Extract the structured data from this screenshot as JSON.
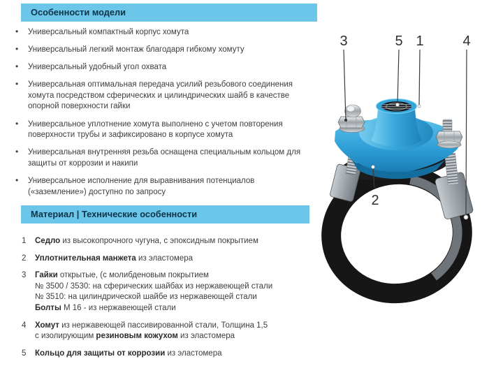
{
  "colors": {
    "header_bg": "#6cc6e9",
    "header_text": "#0d3448",
    "body_text": "#3d3d3d",
    "product_blue": "#2f9fd8",
    "strap_black": "#161616",
    "metal_gray": "#aab0b5"
  },
  "sections": {
    "features": {
      "title": "Особенности модели",
      "items": [
        [
          "Универсальный компактный корпус хомута"
        ],
        [
          "Универсальный легкий монтаж благодаря гибкому хомуту"
        ],
        [
          "Универсальный удобный угол охвата"
        ],
        [
          "Универсальная оптимальная передача усилий резьбового соединения",
          "хомута посредством сферических и цилиндрических шайб в качестве",
          "опорной поверхности гайки"
        ],
        [
          "Универсальное уплотнение хомута выполнено с учетом повторения",
          "поверхности трубы и зафиксировано в корпусе хомута"
        ],
        [
          "Универсальная внутренняя резьба оснащена специальным кольцом для",
          "защиты от коррозии и накипи"
        ],
        [
          "Универсальное исполнение для выравнивания потенциалов",
          "(«заземление») доступно по запросу"
        ]
      ]
    },
    "materials": {
      "title": "Материал | Технические особенности",
      "items": [
        {
          "number": "1",
          "lines": [
            [
              {
                "t": "Седло",
                "b": true
              },
              {
                "t": " из высокопрочного чугуна, с эпоксидным покрытием",
                "b": false
              }
            ]
          ]
        },
        {
          "number": "2",
          "lines": [
            [
              {
                "t": "Уплотнительная манжета",
                "b": true
              },
              {
                "t": " из эластомера",
                "b": false
              }
            ]
          ]
        },
        {
          "number": "3",
          "lines": [
            [
              {
                "t": "Гайки",
                "b": true
              },
              {
                "t": " открытые, (с молибденовым покрытием",
                "b": false
              }
            ],
            [
              {
                "t": "№ 3500 / 3530: на сферических шайбах из нержавеющей стали",
                "b": false
              }
            ],
            [
              {
                "t": "№ 3510: на цилиндрической шайбе из нержавеющей стали",
                "b": false
              }
            ],
            [
              {
                "t": "Болты",
                "b": true
              },
              {
                "t": " М 16 - из нержавеющей стали",
                "b": false
              }
            ]
          ]
        },
        {
          "number": "4",
          "lines": [
            [
              {
                "t": "Хомут",
                "b": true
              },
              {
                "t": " из нержавеющей пассивированной стали, Толщина 1,5",
                "b": false
              }
            ],
            [
              {
                "t": "с изолирующим ",
                "b": false
              },
              {
                "t": "резиновым кожухом",
                "b": true
              },
              {
                "t": " из эластомера",
                "b": false
              }
            ]
          ]
        },
        {
          "number": "5",
          "lines": [
            [
              {
                "t": "Кольцо для защиты от коррозии",
                "b": true
              },
              {
                "t": " из эластомера",
                "b": false
              }
            ]
          ]
        }
      ]
    }
  },
  "figure": {
    "description": "saddle-clamp-product-photo",
    "callouts": [
      {
        "label": "3"
      },
      {
        "label": "5"
      },
      {
        "label": "1"
      },
      {
        "label": "4"
      },
      {
        "label": "2"
      }
    ]
  }
}
